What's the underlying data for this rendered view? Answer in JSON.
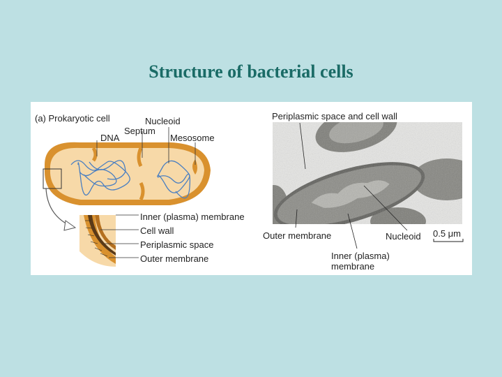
{
  "slide": {
    "title": "Structure of bacterial cells"
  },
  "panel_a": {
    "label": "(a)  Prokaryotic cell",
    "labels": {
      "nucleoid": "Nucleoid",
      "septum": "Septum",
      "dna": "DNA",
      "mesosome": "Mesosome",
      "inner_membrane": "Inner (plasma) membrane",
      "cell_wall": "Cell wall",
      "periplasmic_space": "Periplasmic space",
      "outer_membrane": "Outer membrane"
    }
  },
  "panel_b": {
    "labels": {
      "periplasmic_and_wall": "Periplasmic space and cell wall",
      "outer_membrane": "Outer membrane",
      "nucleoid": "Nucleoid",
      "inner_membrane_line1": "Inner (plasma)",
      "inner_membrane_line2": "membrane",
      "scale": "0.5 μm"
    }
  },
  "colors": {
    "background": "#bde0e3",
    "title": "#1a6b66",
    "cell_outer": "#d9912e",
    "cell_inner": "#f7d9a8",
    "dna": "#4a7fc1"
  }
}
